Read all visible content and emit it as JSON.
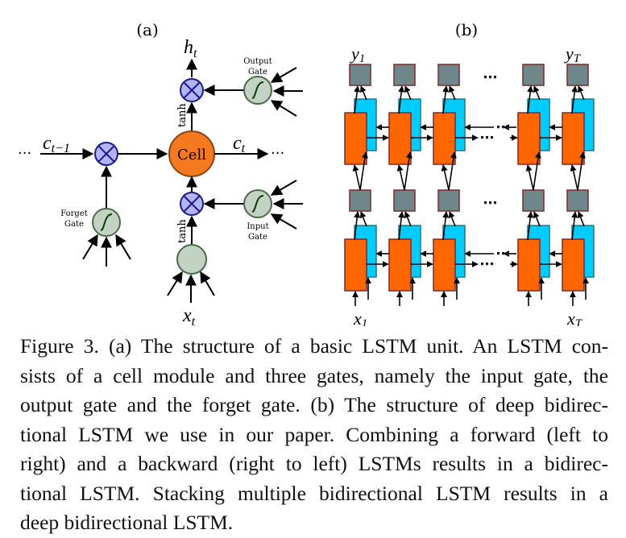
{
  "panel_a": {
    "label": "(a)",
    "output_label_h": "h",
    "output_label_h_sub": "t",
    "input_label_x": "x",
    "input_label_x_sub": "t",
    "prev_cell_label": "c",
    "prev_cell_label_sub": "t−1",
    "cell_state_label": "c",
    "cell_state_label_sub": "t",
    "cell_label": "Cell",
    "ellipsis": "···",
    "tanh_top": "tanh",
    "tanh_bottom": "tanh",
    "output_gate_line1": "Output",
    "output_gate_line2": "Gate",
    "input_gate_line1": "Input",
    "input_gate_line2": "Gate",
    "forget_gate_line1": "Forget",
    "forget_gate_line2": "Gate",
    "colors": {
      "cell": "#f57a1f",
      "multiplier": "#b2b4f5",
      "gate": "#c3d2c3",
      "gate_stroke": "#4a6a4a"
    }
  },
  "panel_b": {
    "label": "(b)",
    "y_first": "y",
    "y_first_sub": "1",
    "y_last": "y",
    "y_last_sub": "T",
    "x_first": "x",
    "x_first_sub": "1",
    "x_last": "x",
    "x_last_sub": "T",
    "ellipsis": "···",
    "colors": {
      "forward": "#ff6600",
      "backward": "#00ccff",
      "output": "#6f868a"
    }
  },
  "caption": {
    "lines": [
      "Figure 3. (a) The structure of a basic LSTM unit. An LSTM con-",
      "sists of a cell module and three gates, namely the input gate, the",
      "output gate and the forget gate. (b) The structure of deep bidirec-",
      "tional LSTM we use in our paper. Combining a forward (left to",
      "right) and a backward (right to left) LSTMs results in a bidirec-",
      "tional LSTM. Stacking multiple bidirectional LSTM results in a",
      "deep bidirectional LSTM."
    ]
  }
}
